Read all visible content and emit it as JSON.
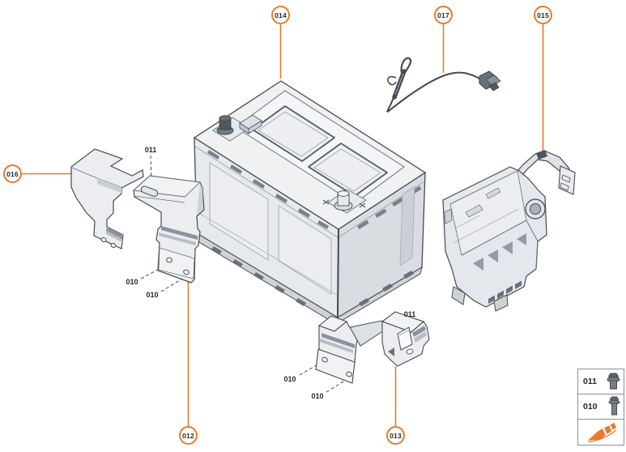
{
  "colors": {
    "accent_orange": "#E87A2B",
    "outline_gray": "#454A52",
    "label_text": "#23272E",
    "background": "#FFFFFF"
  },
  "callouts": {
    "c014": "014",
    "c017": "017",
    "c015": "015",
    "c016": "016",
    "c012": "012",
    "c013": "013"
  },
  "inline_labels": {
    "left_bracket_bolt": "011",
    "left_bracket_screw_a": "010",
    "left_bracket_screw_b": "010",
    "bottom_bracket_bolt": "011",
    "bottom_bracket_screw_a": "010",
    "bottom_bracket_screw_b": "010"
  },
  "legend": {
    "rows": [
      {
        "code": "011",
        "icon": "hex-flange-bolt-icon"
      },
      {
        "code": "010",
        "icon": "hex-flange-screw-icon"
      }
    ],
    "logo_icon": "orange-ramp-arrow-logo"
  }
}
